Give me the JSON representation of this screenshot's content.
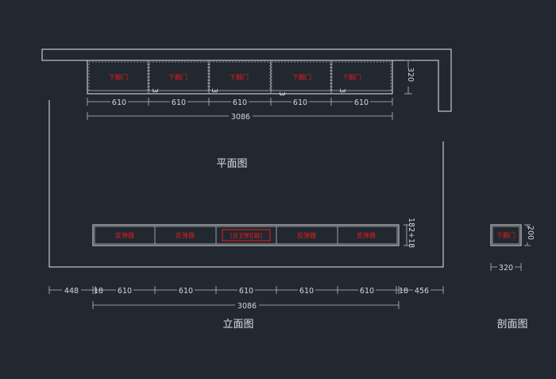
{
  "titles": {
    "plan": "平面图",
    "elevation": "立面图",
    "section": "剖面图"
  },
  "plan": {
    "door_labels": [
      "下翻门",
      "下翻门",
      "下翻门",
      "下翻门",
      "下翻门"
    ],
    "gap_marks": [
      "3",
      "3",
      "3",
      "3"
    ],
    "segment_dims": [
      "610",
      "610",
      "610",
      "610",
      "610"
    ],
    "total_dim": "3086",
    "depth_dim": "320"
  },
  "elevation": {
    "panel_labels": [
      "反弹器",
      "反弹器",
      "反弹器",
      "反弹器"
    ],
    "center_panel_label": "[反][弹][器]",
    "height_dim": "182+18",
    "bottom_dims": [
      "448",
      "18",
      "610",
      "610",
      "610",
      "610",
      "610",
      "18",
      "456"
    ],
    "total_dim": "3086"
  },
  "section": {
    "label": "下翻门",
    "height_dim": "200",
    "width_dim": "320"
  }
}
